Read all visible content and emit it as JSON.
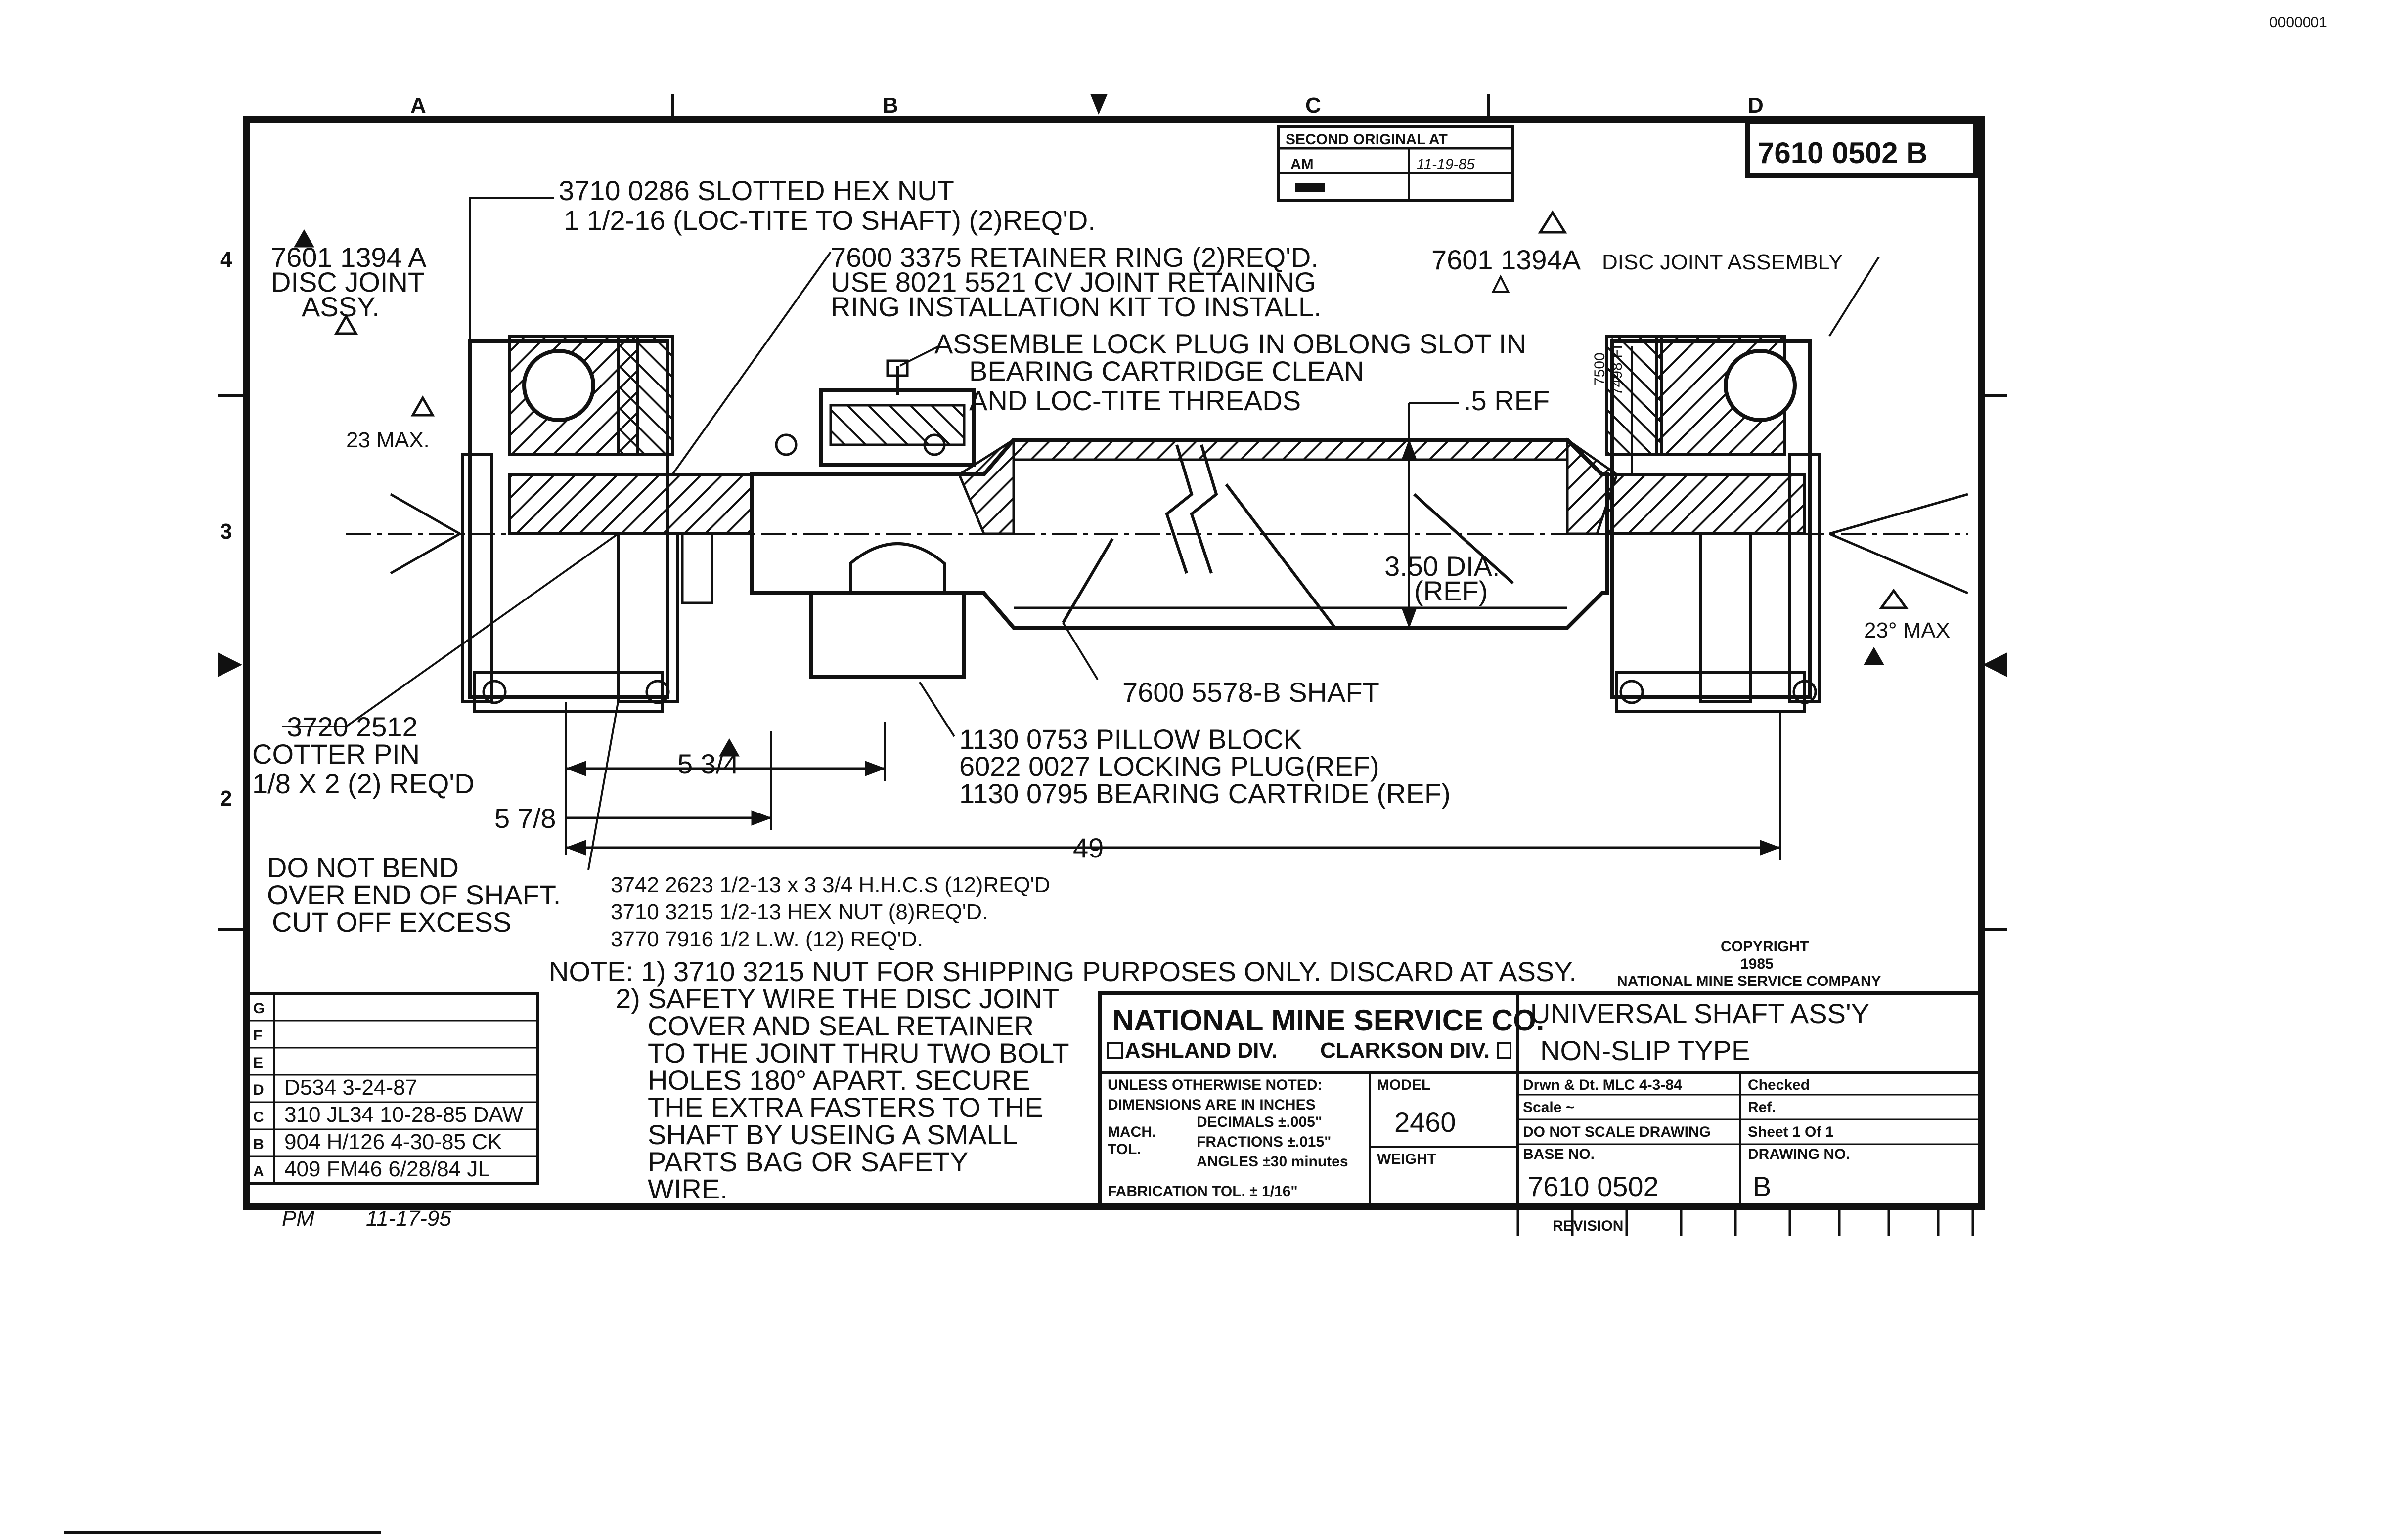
{
  "grid": {
    "columns": [
      "A",
      "B",
      "C",
      "D"
    ],
    "rows": [
      "4",
      "3",
      "2"
    ]
  },
  "doc_number_box": "7610 0502  B",
  "second_original": {
    "header": "SECOND ORIGINAL AT",
    "cells": [
      "AM",
      "11-19-85"
    ]
  },
  "callouts": {
    "hex_nut": "3710 0286  SLOTTED HEX NUT",
    "hex_nut_note": "1 1/2-16 (LOC-TITE TO SHAFT) (2)REQ'D.",
    "disc_left_1": "7601 1394 A",
    "disc_left_2": "DISC JOINT",
    "disc_left_3": "ASSY.",
    "retainer_1": "7600 3375 RETAINER RING (2)REQ'D.",
    "retainer_2": "USE 8021 5521 CV JOINT RETAINING",
    "retainer_3": "RING INSTALLATION KIT TO INSTALL.",
    "lockplug_1": "ASSEMBLE LOCK PLUG IN OBLONG SLOT IN",
    "lockplug_2": "BEARING CARTRIDGE CLEAN",
    "lockplug_3": "AND LOC-TITE THREADS",
    "disc_right_num": "7601 1394A",
    "disc_right_label": "DISC JOINT ASSEMBLY",
    "ref5": ".5 REF",
    "dia_1": "3.50 DIA.",
    "dia_2": "(REF)",
    "max_left": "23 MAX.",
    "max_right": "23° MAX",
    "fit_1": "7500",
    "fit_2": "7498 FIT",
    "shaft": "7600 5578-B  SHAFT",
    "pillow_1": "1130 0753  PILLOW BLOCK",
    "pillow_2": "6022 0027  LOCKING PLUG(REF)",
    "pillow_3": "1130 0795  BEARING CARTRIDE (REF)",
    "cotter_1": "3720 2512",
    "cotter_2": "COTTER PIN",
    "cotter_3": "1/8 X 2 (2) REQ'D",
    "dim_534": "5 3/4",
    "dim_578": "5 7/8",
    "dim_49": "49",
    "bend_1": "DO NOT BEND",
    "bend_2": "OVER END OF SHAFT.",
    "bend_3": "CUT OFF EXCESS",
    "hw_1": "3742 2623  1/2-13 x 3 3/4 H.H.C.S (12)REQ'D",
    "hw_2": "3710 3215  1/2-13 HEX NUT (8)REQ'D.",
    "hw_3": "3770 7916  1/2  L.W. (12) REQ'D."
  },
  "notes": [
    "NOTE: 1) 3710 3215 NUT FOR SHIPPING PURPOSES ONLY. DISCARD AT ASSY.",
    "2) SAFETY WIRE THE DISC JOINT",
    "COVER AND SEAL RETAINER",
    "TO THE JOINT THRU TWO BOLT",
    "HOLES 180° APART. SECURE",
    "THE EXTRA FASTERS TO THE",
    "SHAFT BY USEING A SMALL",
    "PARTS BAG OR SAFETY",
    "WIRE."
  ],
  "revisions": {
    "letters": [
      "G",
      "F",
      "E",
      "D",
      "C",
      "B",
      "A"
    ],
    "entries": [
      "D534  3-24-87",
      "310 JL34  10-28-85  DAW",
      "904 H/126  4-30-85  CK",
      "409 FM46  6/28/84  JL"
    ],
    "footer": "11-17-95",
    "initials": "PM"
  },
  "title_block": {
    "copyright_1": "COPYRIGHT",
    "copyright_2": "1985",
    "copyright_3": "NATIONAL MINE SERVICE COMPANY",
    "company": "NATIONAL MINE SERVICE CO.",
    "div_1": "ASHLAND DIV.",
    "div_2": "CLARKSON DIV.",
    "title_1": "UNIVERSAL  SHAFT  ASS'Y",
    "title_2": "NON-SLIP TYPE",
    "tol_1": "UNLESS OTHERWISE NOTED:",
    "tol_2": "DIMENSIONS ARE IN INCHES",
    "tol_mach": "MACH.",
    "tol_tol": "TOL.",
    "tol_3": "DECIMALS ±.005\"",
    "tol_4": "FRACTIONS ±.015\"",
    "tol_5": "ANGLES ±30 minutes",
    "tol_6": "FABRICATION TOL. ± 1/16\"",
    "model_label": "MODEL",
    "model": "2460",
    "weight_label": "WEIGHT",
    "drawn": "Drwn & Dt.  MLC  4-3-84",
    "checked": "Checked",
    "scale": "Scale  ~",
    "ref": "Ref.",
    "no_scale": "DO NOT SCALE DRAWING",
    "sheet": "Sheet  1  Of  1",
    "base_label": "BASE NO.",
    "base_no": "7610 0502",
    "drawing_label": "DRAWING NO.",
    "drawing_no": "B",
    "revision_label": "REVISION"
  },
  "corner_stamp": "0000001"
}
